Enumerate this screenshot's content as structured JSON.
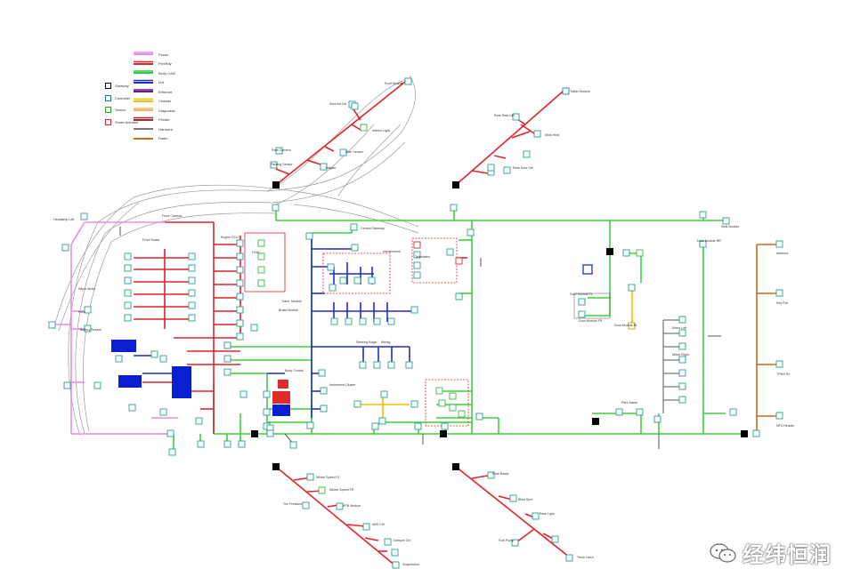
{
  "legend": {
    "lines": [
      {
        "label": "Power",
        "color": "#e98be9"
      },
      {
        "label": "FlexRay",
        "color": "#e0242b"
      },
      {
        "label": "Body CAN",
        "color": "#2ecc40"
      },
      {
        "label": "LIN",
        "color": "#1f2fc6"
      },
      {
        "label": "Ethernet",
        "color": "#6b1a78"
      },
      {
        "label": "Chassis",
        "color": "#f0c000"
      },
      {
        "label": "Diagnostic",
        "color": "#f6b26b"
      },
      {
        "label": "Private",
        "color": "#a52a2a"
      },
      {
        "label": "Hardwire",
        "color": "#777777"
      },
      {
        "label": "Radio",
        "color": "#cc6a1a"
      }
    ],
    "boxes": [
      {
        "label": "Gateway",
        "color": "#000000",
        "fill": "#ffffff"
      },
      {
        "label": "Controller",
        "color": "#1f77b4",
        "fill": "#ffffff"
      },
      {
        "label": "Sensor",
        "color": "#2ca02c",
        "fill": "#ffffff"
      },
      {
        "label": "Smart Actuator",
        "color": "#d62728",
        "fill": "#ffffff"
      }
    ]
  },
  "labels": {
    "top_ecu_a": "Roof Module",
    "top_ecu_b": "Sunroof Ctrl",
    "top_ecu_c": "Interior Light",
    "top_ecu_d": "Rear Camera",
    "top_ecu_e": "Rain Sensor",
    "top_ecu_f": "Parking Sensor",
    "top_ecu_g": "Tailgate",
    "topright_a": "Trailer Module",
    "topright_b": "Rear Seat Ctrl",
    "topright_c": "Seat Heat",
    "topright_d": "Rear Door Ctrl",
    "center_gw": "Central Gateway",
    "left_a": "Headlamp Left",
    "left_b": "Front Radar",
    "left_c": "Wiper Motor",
    "left_d": "Horn",
    "left_e": "Battery Sensor",
    "left_f": "Engine ECU",
    "left_g": "Front Camera",
    "left_h": "HVAC",
    "mid_a": "Trans. Module",
    "mid_b": "Brake Module",
    "mid_c": "Steering Angle",
    "mid_d": "Airbag",
    "mid_e": "Body Control",
    "mid_f": "Instrument Cluster",
    "mid_g": "Infotainment",
    "mid_h": "Telematics",
    "right_a": "Door Module FL",
    "right_b": "Door Module FR",
    "right_c": "Door Module RL",
    "right_d": "Door Module RR",
    "right_e": "Seat Module",
    "right_f": "Mirror Left",
    "right_g": "Mirror Right",
    "right_h": "Park Assist",
    "bottom_a": "Wheel Speed FL",
    "bottom_b": "Wheel Speed FR",
    "bottom_c": "Tire Pressure",
    "bottom_d": "EPB Module",
    "bottom_e": "ABS Ctrl",
    "bottom_f": "Damper Ctrl",
    "bottom_g": "Suspension",
    "br_a": "Rear Radar",
    "br_b": "Blind Spot",
    "br_c": "Rear Light",
    "br_d": "Fuel Pump",
    "br_e": "Trunk Latch",
    "radio_a": "Antenna",
    "radio_b": "Key Fob",
    "radio_c": "TPMS Rx",
    "radio_d": "NFC Reader"
  },
  "watermark": {
    "text": "经纬恒润",
    "icon": "wechat-icon"
  }
}
